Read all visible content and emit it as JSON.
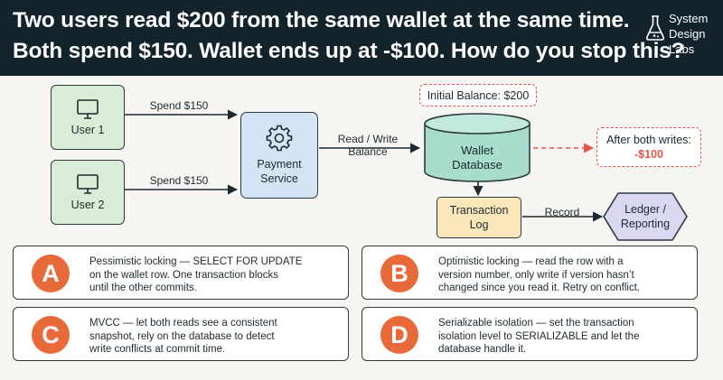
{
  "header": {
    "line1": "Two users read $200 from the same wallet at the same time.",
    "line2": "Both spend $150. Wallet ends up at -$100. How do you stop this?",
    "brand": [
      "System",
      "Design",
      "Labs"
    ]
  },
  "diagram": {
    "user1": "User 1",
    "user2": "User 2",
    "spend1": "Spend $150",
    "spend2": "Spend $150",
    "payment": [
      "Payment",
      "Service"
    ],
    "read_write": [
      "Read / Write",
      "Balance"
    ],
    "initial_balance": "Initial Balance: $200",
    "wallet_db": [
      "Wallet",
      "Database"
    ],
    "after_label": "After both writes:",
    "after_value": "-$100",
    "tx_log": [
      "Transaction",
      "Log"
    ],
    "record": "Record",
    "ledger": [
      "Ledger /",
      "Reporting"
    ]
  },
  "options": [
    {
      "letter": "A",
      "lines": [
        "Pessimistic locking — SELECT FOR UPDATE",
        "on the wallet row. One transaction blocks",
        "until the other commits."
      ]
    },
    {
      "letter": "B",
      "lines": [
        "Optimistic locking — read the row with a",
        "version number, only write if version hasn’t",
        "changed since you read it. Retry on conflict."
      ]
    },
    {
      "letter": "C",
      "lines": [
        "MVCC — let both reads see a consistent",
        "snapshot, rely on the database to detect",
        "write conflicts at commit time."
      ]
    },
    {
      "letter": "D",
      "lines": [
        "Serializable isolation — set the transaction",
        "isolation level to SERIALIZABLE and let the",
        "database handle it."
      ]
    }
  ],
  "colors": {
    "header_bg": "#12232b",
    "user_fill": "#d9ecd5",
    "service_fill": "#d5e4f5",
    "db_fill": "#a8dccb",
    "log_fill": "#fbe7b9",
    "ledger_fill": "#d9d7f2",
    "alert": "#e0574b",
    "badge": "#e86a3a"
  }
}
